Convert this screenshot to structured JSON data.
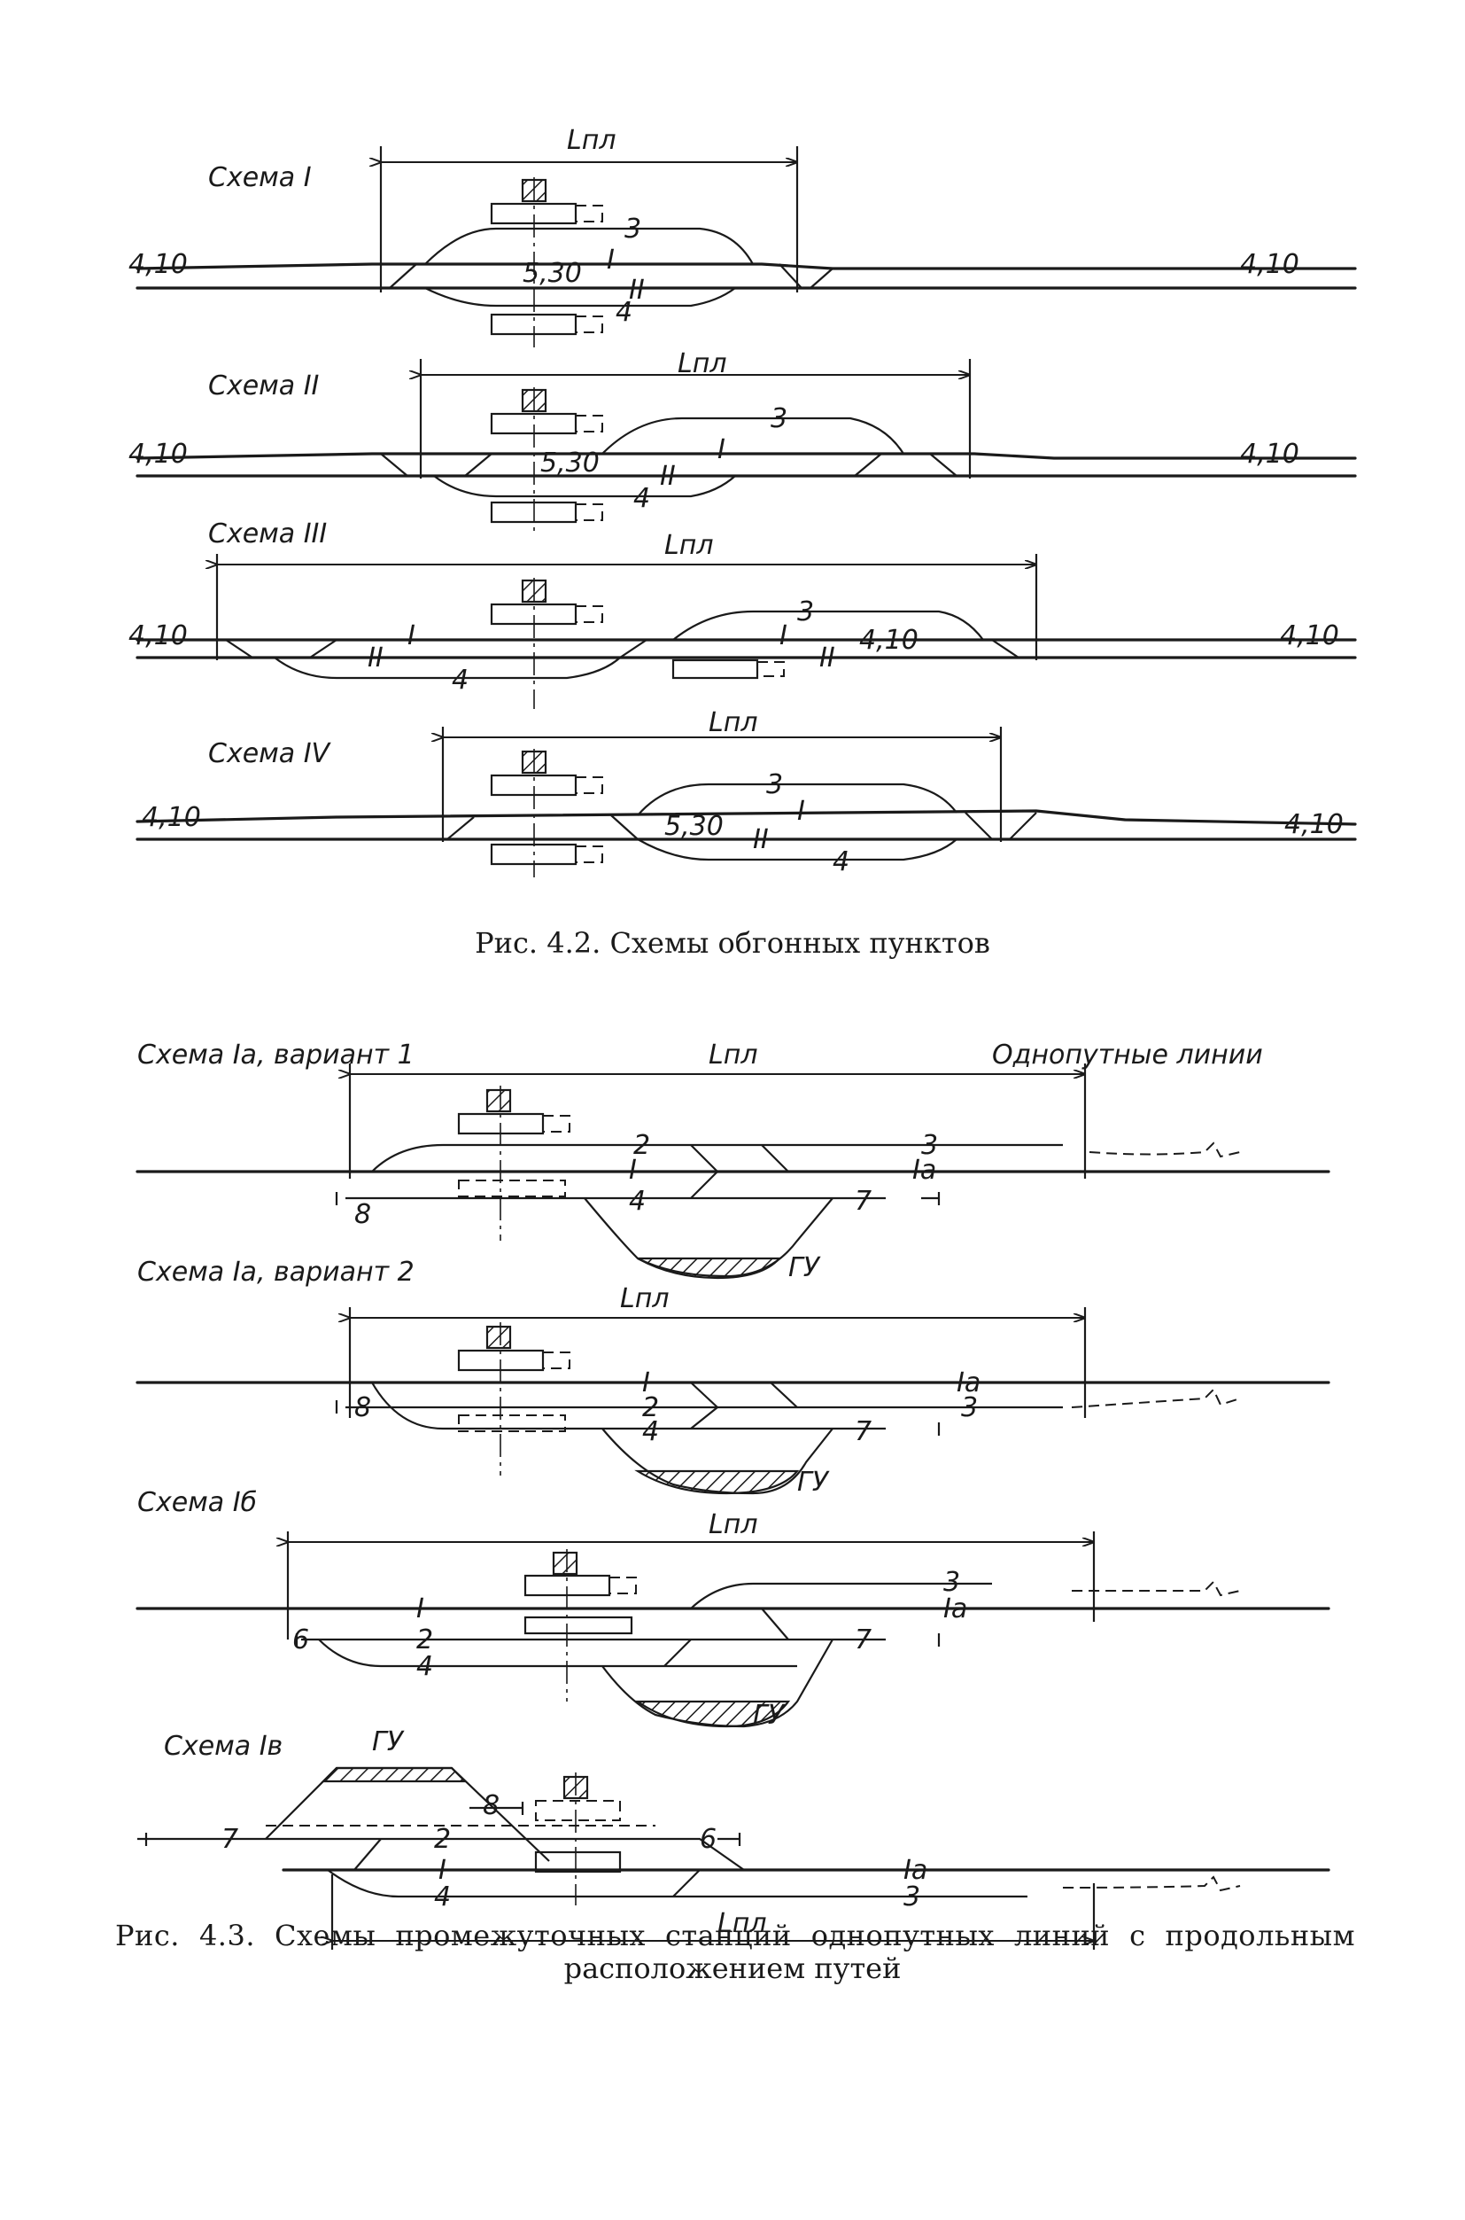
{
  "figure_4_2": {
    "caption": "Рис. 4.2. Схемы обгонных пунктов",
    "schemes": [
      {
        "label": "Схема I",
        "length": "Lпл",
        "widths": [
          "4,10",
          "5,30",
          "4,10"
        ],
        "tracks": [
          "3",
          "I",
          "II",
          "4"
        ]
      },
      {
        "label": "Схема II",
        "length": "Lпл",
        "widths": [
          "4,10",
          "5,30",
          "4,10"
        ],
        "tracks": [
          "3",
          "I",
          "II",
          "4"
        ]
      },
      {
        "label": "Схема III",
        "length": "Lпл",
        "widths": [
          "4,10",
          "4,10",
          "4,10"
        ],
        "tracks": [
          "I",
          "II",
          "4",
          "3",
          "I",
          "II"
        ]
      },
      {
        "label": "Схема IV",
        "length": "Lпл",
        "widths": [
          "4,10",
          "5,30",
          "4,10"
        ],
        "tracks": [
          "3",
          "I",
          "II",
          "4"
        ]
      }
    ]
  },
  "figure_4_3": {
    "caption_line1": "Рис. 4.3. Схемы промежуточных станций однопутных линий с продольным",
    "caption_line2": "расположением путей",
    "single_track_note": "Однопутные линии",
    "schemes": [
      {
        "label": "Схема Iа, вариант 1",
        "length": "Lпл",
        "tracks": [
          "2",
          "3",
          "I",
          "Iа",
          "8",
          "4",
          "7"
        ],
        "yard": "ГУ"
      },
      {
        "label": "Схема Iа, вариант 2",
        "length": "Lпл",
        "tracks": [
          "I",
          "Iа",
          "8",
          "2",
          "3",
          "4",
          "7"
        ],
        "yard": "ГУ"
      },
      {
        "label": "Схема Iб",
        "length": "Lпл",
        "tracks": [
          "3",
          "I",
          "Iа",
          "6",
          "2",
          "7",
          "4"
        ],
        "yard": "ГУ"
      },
      {
        "label": "Схема Iв",
        "length": "Lпл",
        "tracks": [
          "8",
          "7",
          "2",
          "6",
          "I",
          "Iа",
          "4",
          "3"
        ],
        "yard": "ГУ"
      }
    ]
  }
}
